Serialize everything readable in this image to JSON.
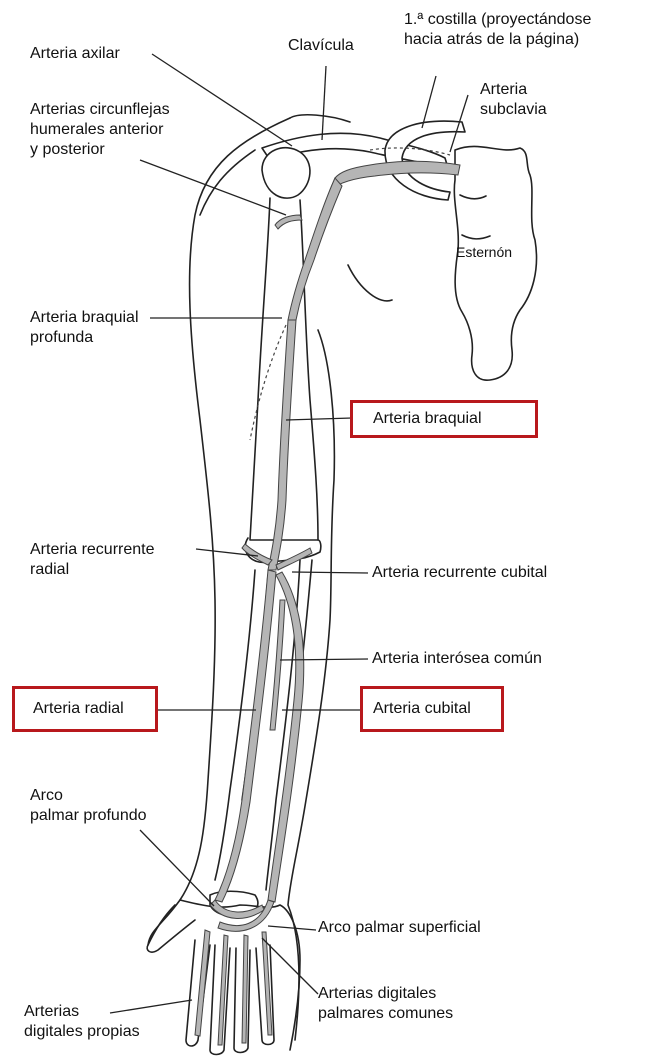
{
  "labels": {
    "arteria_axilar": "Arteria axilar",
    "clavicula": "Clavícula",
    "primera_costilla": "1.ª costilla (proyectándose\nhacia atrás de la página)",
    "arteria_subclavia": "Arteria\nsubclavia",
    "circunflejas": "Arterias circunflejas\nhumerales anterior\ny posterior",
    "esternon": "Esternón",
    "braquial_profunda": "Arteria braquial\nprofunda",
    "braquial": "Arteria braquial",
    "recurrente_radial": "Arteria recurrente\nradial",
    "recurrente_cubital": "Arteria recurrente cubital",
    "interosea_comun": "Arteria interósea común",
    "radial": "Arteria radial",
    "cubital": "Arteria cubital",
    "arco_profundo": "Arco\npalmar profundo",
    "arco_superficial": "Arco palmar superficial",
    "digitales_propias": "Arterias\ndigitales propias",
    "digitales_comunes": "Arterias digitales\npalmares comunes"
  },
  "colors": {
    "highlight_box": "#b8181c",
    "artery_fill": "#b5b5b5",
    "outline": "#222222"
  }
}
